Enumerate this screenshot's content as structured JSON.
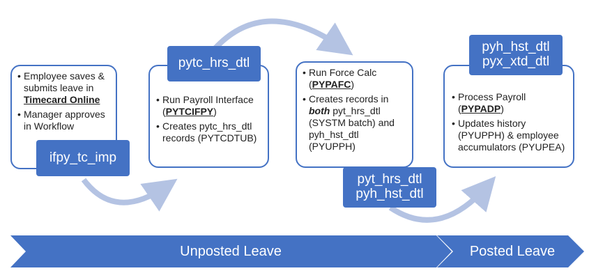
{
  "step1": {
    "bullets": [
      {
        "pre": "Employee saves & submits leave in ",
        "bold": "Timecard Online",
        "post": ""
      },
      {
        "pre": "Manager approves in Workflow",
        "bold": "",
        "post": ""
      }
    ],
    "table": "ifpy_tc_imp"
  },
  "step2": {
    "table": "pytc_hrs_dtl",
    "bullets": [
      {
        "pre": "Run Payroll Interface (",
        "bold": "PYTCIFPY",
        "post": ")"
      },
      {
        "pre": "Creates pytc_hrs_dtl records (PYTCDTUB)",
        "bold": "",
        "post": ""
      }
    ]
  },
  "step3": {
    "bullets": [
      {
        "pre": "Run Force Calc (",
        "bold": "PYPAFC",
        "post": ")"
      },
      {
        "pre": "Creates records in ",
        "emph": "both",
        "post": " pyt_hrs_dtl (SYSTM batch) and pyh_hst_dtl (PYUPPH)"
      }
    ],
    "tables": [
      "pyt_hrs_dtl",
      "pyh_hst_dtl"
    ]
  },
  "step4": {
    "tables": [
      "pyh_hst_dtl",
      "pyx_xtd_dtl"
    ],
    "bullets": [
      {
        "pre": "Process Payroll (",
        "bold": "PYPADP",
        "post": ")"
      },
      {
        "pre": "Updates history (PYUPPH) & employee accumulators (PYUPEA)",
        "bold": "",
        "post": ""
      }
    ]
  },
  "timeline": {
    "unposted": "Unposted Leave",
    "posted": "Posted Leave"
  },
  "colors": {
    "accent": "#4472c4",
    "arrow": "#b4c3e3",
    "text": "#222222"
  }
}
